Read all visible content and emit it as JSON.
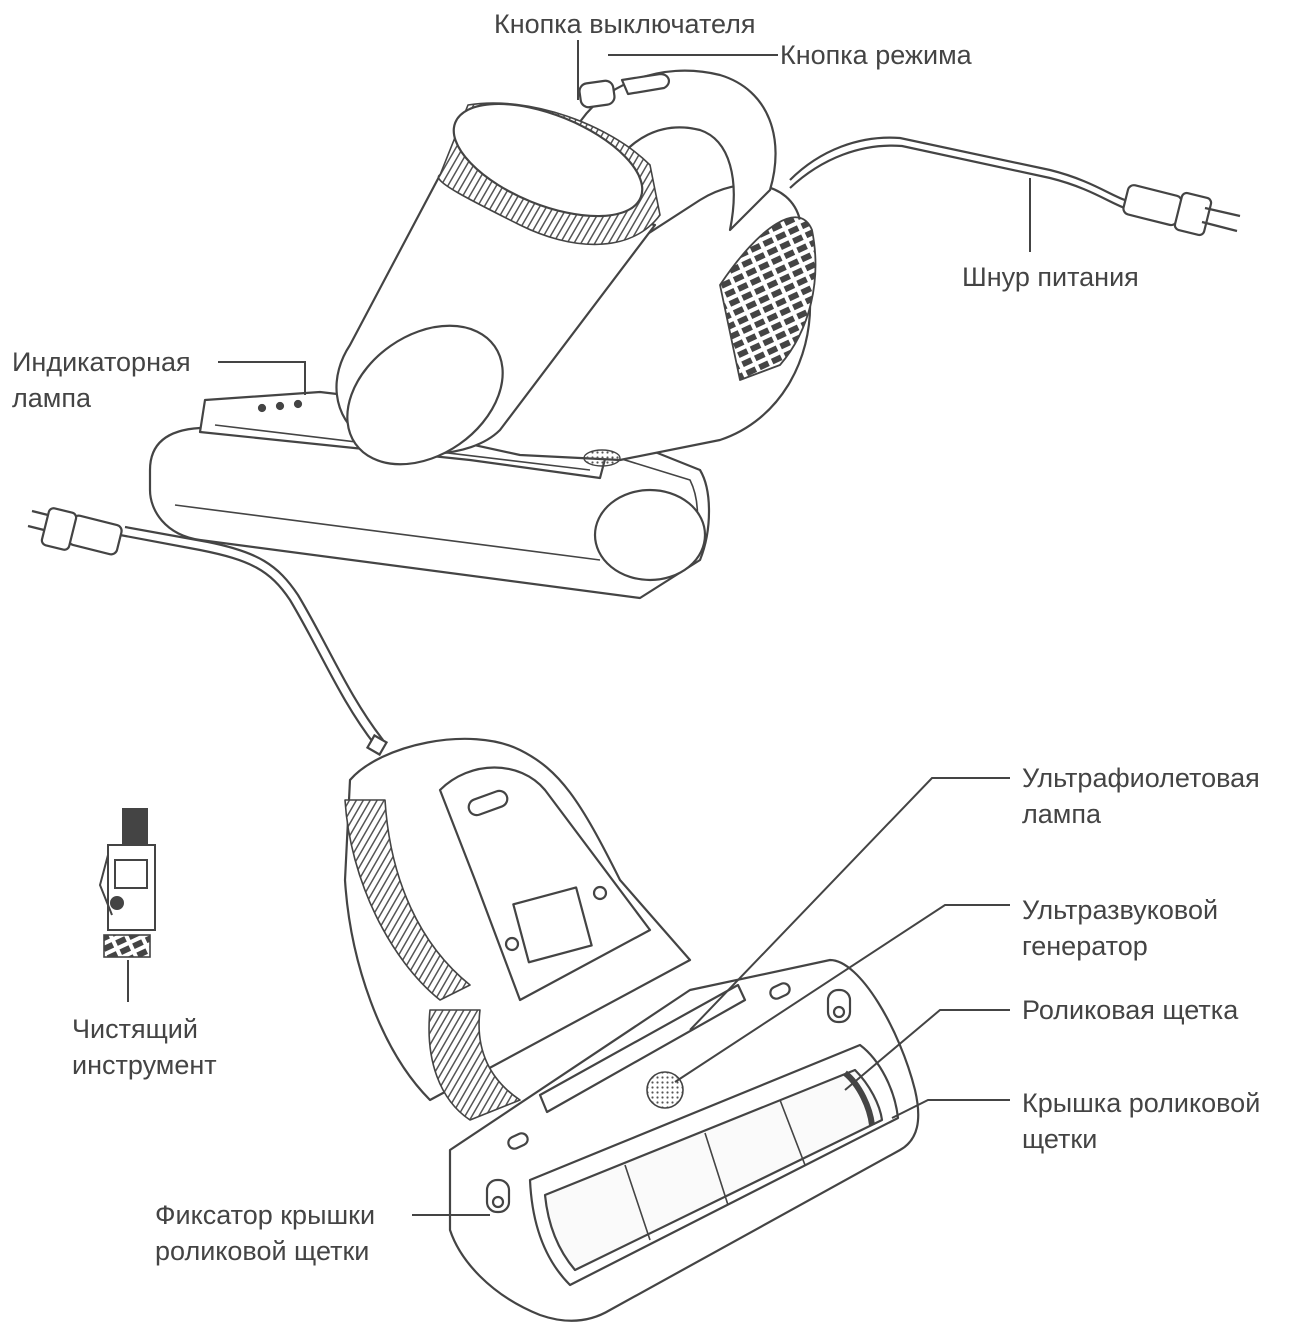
{
  "labels": {
    "power_button": "Кнопка выключателя",
    "mode_button": "Кнопка режима",
    "power_cord": "Шнур питания",
    "indicator_lamp": [
      "Индикаторная",
      "лампа"
    ],
    "uv_lamp": [
      "Ультрафиолетовая",
      "лампа"
    ],
    "ultrasonic_generator": [
      "Ультразвуковой",
      "генератор"
    ],
    "roller_brush": "Роликовая щетка",
    "roller_brush_cover": [
      "Крышка роликовой",
      "щетки"
    ],
    "cleaning_tool": [
      "Чистящий",
      "инструмент"
    ],
    "cover_latch": [
      "Фиксатор крышки",
      "роликовой щетки"
    ]
  },
  "colors": {
    "line": "#444444",
    "text": "#444444",
    "grille": "#555555",
    "background": "#ffffff"
  }
}
